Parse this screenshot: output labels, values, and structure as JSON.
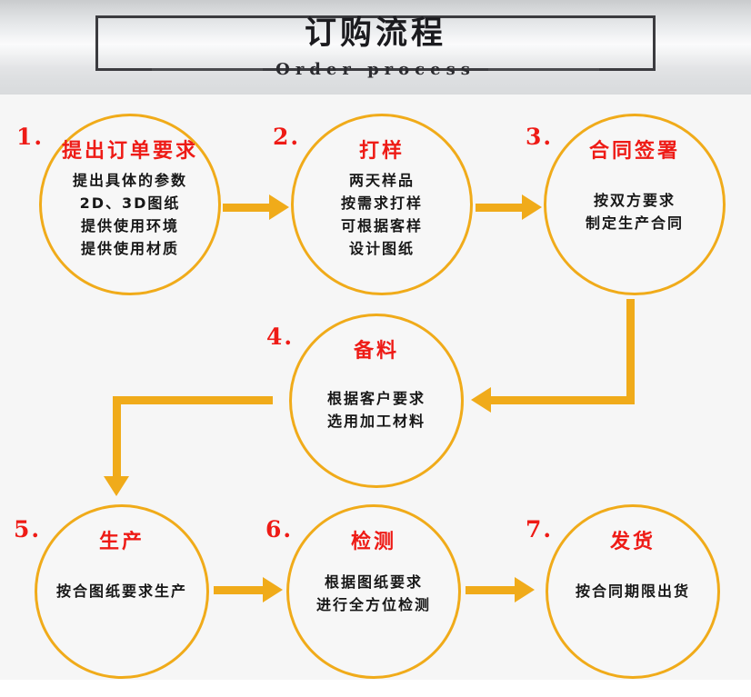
{
  "header": {
    "title_cn": "订购流程",
    "title_en": "Order process"
  },
  "colors": {
    "accent": "#f0ab1a",
    "title_red": "#ee1b16",
    "body_black": "#171717",
    "frame": "#3b3b3f",
    "page_bg": "#f6f6f6"
  },
  "steps": [
    {
      "number": "1.",
      "title": "提出订单要求",
      "lines": [
        "提出具体的参数",
        "2D、3D图纸",
        "提供使用环境",
        "提供使用材质"
      ]
    },
    {
      "number": "2.",
      "title": "打样",
      "lines": [
        "两天样品",
        "按需求打样",
        "可根据客样",
        "设计图纸"
      ]
    },
    {
      "number": "3.",
      "title": "合同签署",
      "lines": [
        "按双方要求",
        "制定生产合同"
      ]
    },
    {
      "number": "4.",
      "title": "备料",
      "lines": [
        "根据客户要求",
        "选用加工材料"
      ]
    },
    {
      "number": "5.",
      "title": "生产",
      "lines": [
        "按合图纸要求生产"
      ]
    },
    {
      "number": "6.",
      "title": "检测",
      "lines": [
        "根据图纸要求",
        "进行全方位检测"
      ]
    },
    {
      "number": "7.",
      "title": "发货",
      "lines": [
        "按合同期限出货"
      ]
    }
  ],
  "connectors": [
    {
      "name": "arrow-step1-to-step2",
      "direction": "right"
    },
    {
      "name": "arrow-step2-to-step3",
      "direction": "right"
    },
    {
      "name": "arrow-step3-to-step4",
      "direction": "left"
    },
    {
      "name": "arrow-step4-to-step5",
      "direction": "down"
    },
    {
      "name": "arrow-step5-to-step6",
      "direction": "right"
    },
    {
      "name": "arrow-step6-to-step7",
      "direction": "right"
    }
  ]
}
